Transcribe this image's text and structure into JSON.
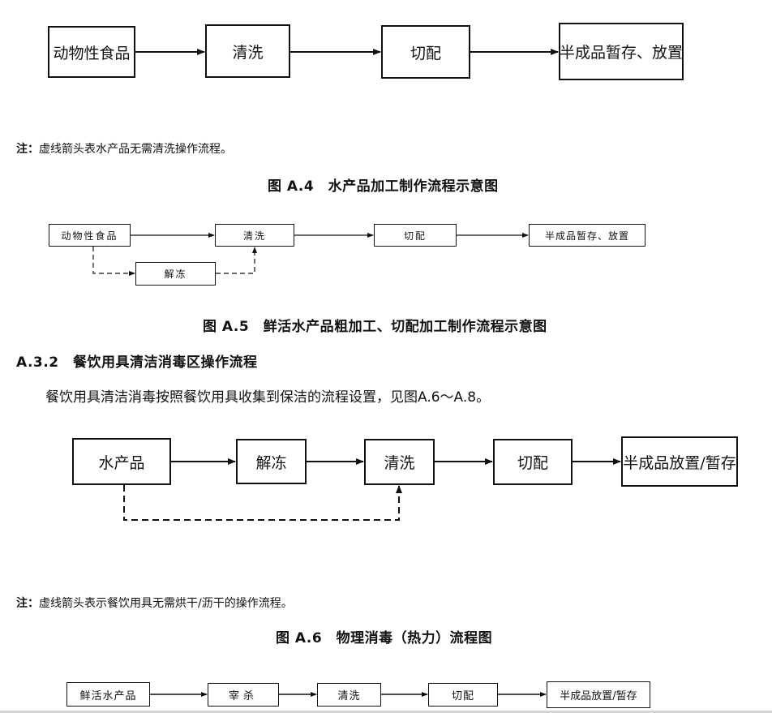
{
  "fig_a4": {
    "boxes": [
      "动物性食品",
      "清洗",
      "切配",
      "半成品暂存、放置"
    ],
    "note_label": "注：",
    "note_text": "虚线箭头表水产品无需清洗操作流程。",
    "caption": "图 A.4　水产品加工制作流程示意图"
  },
  "fig_a5": {
    "boxes": [
      "动物性食品",
      "清洗",
      "切配",
      "半成品暂存、放置",
      "解冻"
    ],
    "caption": "图 A.5　鲜活水产品粗加工、切配加工制作流程示意图"
  },
  "section": {
    "heading": "A.3.2　餐饮用具清洁消毒区操作流程",
    "paragraph": "餐饮用具清洁消毒按照餐饮用具收集到保洁的流程设置，见图A.6～A.8。"
  },
  "fig_a6": {
    "boxes": [
      "水产品",
      "解冻",
      "清洗",
      "切配",
      "半成品放置/暂存"
    ],
    "note_label": "注：",
    "note_text": "虚线箭头表示餐饮用具无需烘干/沥干的操作流程。",
    "caption": "图 A.6　物理消毒（热力）流程图"
  },
  "fig_a7": {
    "boxes": [
      "鲜活水产品",
      "宰杀",
      "清洗",
      "切配",
      "半成品放置/暂存"
    ]
  }
}
